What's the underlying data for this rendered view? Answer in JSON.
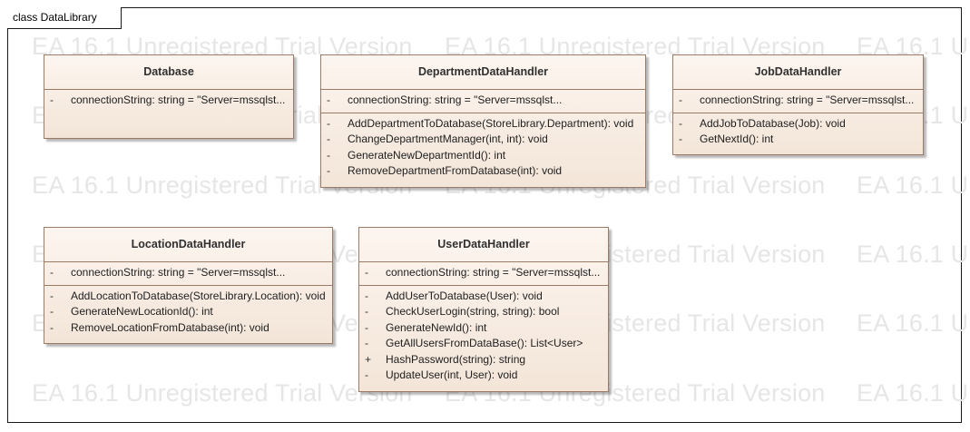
{
  "frame": {
    "label": "class DataLibrary"
  },
  "watermark": "EA 16.1 Unregistered Trial Version",
  "classes": {
    "database": {
      "name": "Database",
      "attributes": [
        {
          "vis": "-",
          "text": "connectionString: string = \"Server=mssqlst..."
        }
      ],
      "operations": []
    },
    "department": {
      "name": "DepartmentDataHandler",
      "attributes": [
        {
          "vis": "-",
          "text": "connectionString: string = \"Server=mssqlst..."
        }
      ],
      "operations": [
        {
          "vis": "-",
          "text": "AddDepartmentToDatabase(StoreLibrary.Department): void"
        },
        {
          "vis": "-",
          "text": "ChangeDepartmentManager(int, int): void"
        },
        {
          "vis": "-",
          "text": "GenerateNewDepartmentId(): int"
        },
        {
          "vis": "-",
          "text": "RemoveDepartmentFromDatabase(int): void"
        }
      ]
    },
    "job": {
      "name": "JobDataHandler",
      "attributes": [
        {
          "vis": "-",
          "text": "connectionString: string = \"Server=mssqlst..."
        }
      ],
      "operations": [
        {
          "vis": "-",
          "text": "AddJobToDatabase(Job): void"
        },
        {
          "vis": "-",
          "text": "GetNextId(): int"
        }
      ]
    },
    "location": {
      "name": "LocationDataHandler",
      "attributes": [
        {
          "vis": "-",
          "text": "connectionString: string = \"Server=mssqlst..."
        }
      ],
      "operations": [
        {
          "vis": "-",
          "text": "AddLocationToDatabase(StoreLibrary.Location): void"
        },
        {
          "vis": "-",
          "text": "GenerateNewLocationId(): int"
        },
        {
          "vis": "-",
          "text": "RemoveLocationFromDatabase(int): void"
        }
      ]
    },
    "user": {
      "name": "UserDataHandler",
      "attributes": [
        {
          "vis": "-",
          "text": "connectionString: string = \"Server=mssqlst..."
        }
      ],
      "operations": [
        {
          "vis": "-",
          "text": "AddUserToDatabase(User): void"
        },
        {
          "vis": "-",
          "text": "CheckUserLogin(string, string): bool"
        },
        {
          "vis": "-",
          "text": "GenerateNewId(): int"
        },
        {
          "vis": "-",
          "text": "GetAllUsersFromDataBase(): List<User>"
        },
        {
          "vis": "+",
          "text": "HashPassword(string): string"
        },
        {
          "vis": "-",
          "text": "UpdateUser(int, User): void"
        }
      ]
    }
  }
}
